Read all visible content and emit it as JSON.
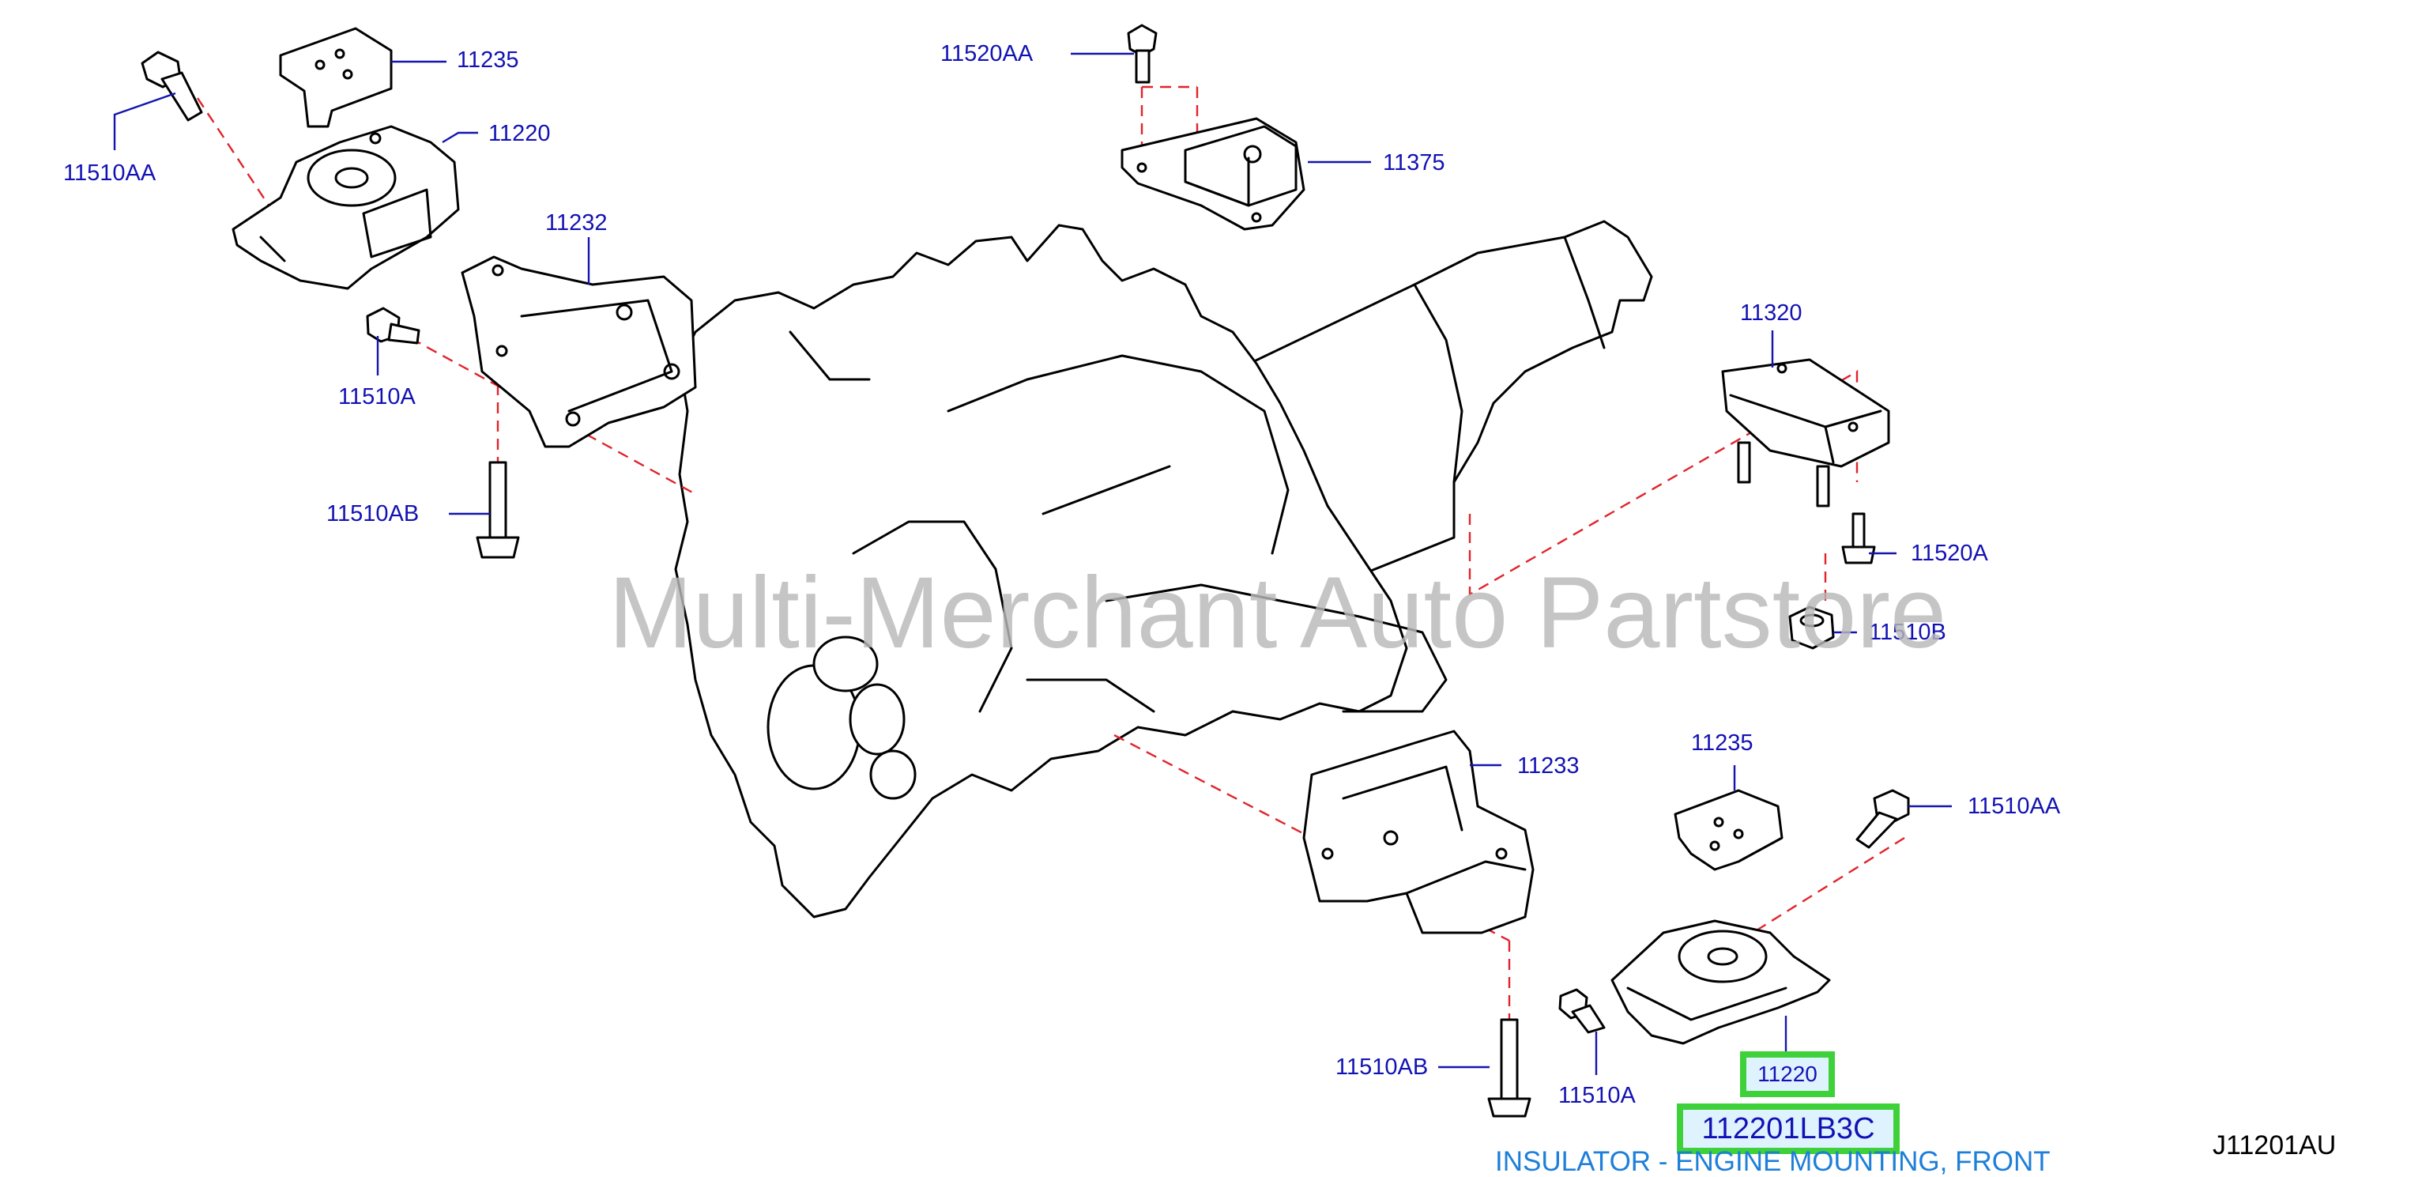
{
  "labels": {
    "p11235_top": "11235",
    "p11220_top": "11220",
    "p11510AA_top": "11510AA",
    "p11232": "11232",
    "p11510A_top": "11510A",
    "p11510AB_top": "11510AB",
    "p11520AA": "11520AA",
    "p11375": "11375",
    "p11320": "11320",
    "p11520A": "11520A",
    "p11510B": "11510B",
    "p11233": "11233",
    "p11235_bot": "11235",
    "p11510AA_bot": "11510AA",
    "p11510AB_bot": "11510AB",
    "p11510A_bot": "11510A",
    "p11220_highlight": "11220"
  },
  "part_number": "112201LB3C",
  "part_description": "INSULATOR - ENGINE MOUNTING, FRONT",
  "diagram_ref": "J11201AU",
  "watermark": "Multi-Merchant Auto Partstore",
  "colors": {
    "label": "#1212b4",
    "leader_dash": "#e0242c",
    "highlight_border": "#3fd13a",
    "highlight_fill": "#dff3ff",
    "description": "#1d7fd9"
  }
}
